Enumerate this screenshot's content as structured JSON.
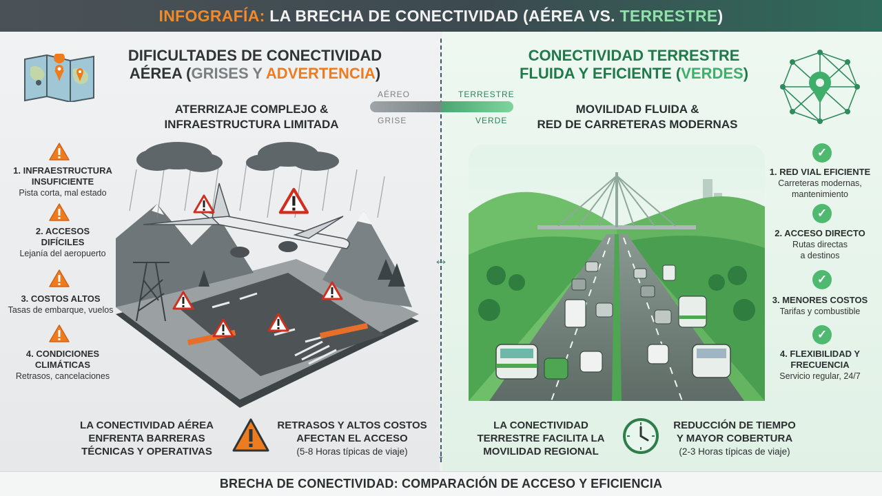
{
  "header": {
    "prefix": "INFOGRAFÍA:",
    "middle": "LA BRECHA DE CONECTIVIDAD (AÉREA VS.",
    "highlight": "TERRESTRE",
    "suffix": ")"
  },
  "left": {
    "title_line1": "DIFICULTADES DE CONECTIVIDAD",
    "title_line2a": "AÉREA (",
    "title_grey": "GRISES",
    "title_y": "Y",
    "title_orange": "ADVERTENCIA",
    "title_close": ")",
    "sub_line1": "ATERRIZAJE COMPLEJO &",
    "sub_line2": "INFRAESTRUCTURA LIMITADA",
    "items": [
      {
        "title": "1. INFRAESTRUCTURA\nINSUFICIENTE",
        "desc": "Pista corta, mal estado"
      },
      {
        "title": "2. ACCESOS\nDIFÍCILES",
        "desc": "Lejanía del aeropuerto"
      },
      {
        "title": "3. COSTOS ALTOS",
        "desc": "Tasas de embarque, vuelos"
      },
      {
        "title": "4. CONDICIONES\nCLIMÁTICAS",
        "desc": "Retrasos, cancelaciones"
      }
    ],
    "statement": "LA CONECTIVIDAD AÉREA\nENFRENTA BARRERAS\nTÉCNICAS Y OPERATIVAS",
    "impact": "RETRASOS Y ALTOS COSTOS\nAFECTAN EL ACCESO",
    "impact_note": "(5-8 Horas típicas de viaje)"
  },
  "slider": {
    "aereo": "AÉREO",
    "terrestre": "TERRESTRE",
    "grise": "GRISE",
    "verde": "VERDE"
  },
  "right": {
    "title_line1": "CONECTIVIDAD TERRESTRE",
    "title_line2a": "FLUIDA Y EFICIENTE (",
    "title_green": "VERDES",
    "title_close": ")",
    "sub_line1": "MOVILIDAD FLUIDA &",
    "sub_line2": "RED DE CARRETERAS MODERNAS",
    "items": [
      {
        "title": "1. RED VIAL EFICIENTE",
        "desc": "Carreteras modernas,\nmantenimiento"
      },
      {
        "title": "2. ACCESO DIRECTO",
        "desc": "Rutas directas\na destinos"
      },
      {
        "title": "3. MENORES COSTOS",
        "desc": "Tarifas y combustible"
      },
      {
        "title": "4. FLEXIBILIDAD Y\nFRECUENCIA",
        "desc": "Servicio regular, 24/7"
      }
    ],
    "statement": "LA CONECTIVIDAD\nTERRESTRE FACILITA LA\nMOVILIDAD REGIONAL",
    "impact": "REDUCCIÓN DE TIEMPO\nY MAYOR COBERTURA",
    "impact_note": "(2-3 Horas típicas de viaje)"
  },
  "footer": "BRECHA DE CONECTIVIDAD: COMPARACIÓN DE ACCESO Y EFICIENCIA",
  "colors": {
    "orange": "#ef7b1f",
    "green": "#4fb96f",
    "grey": "#7a7f82"
  }
}
